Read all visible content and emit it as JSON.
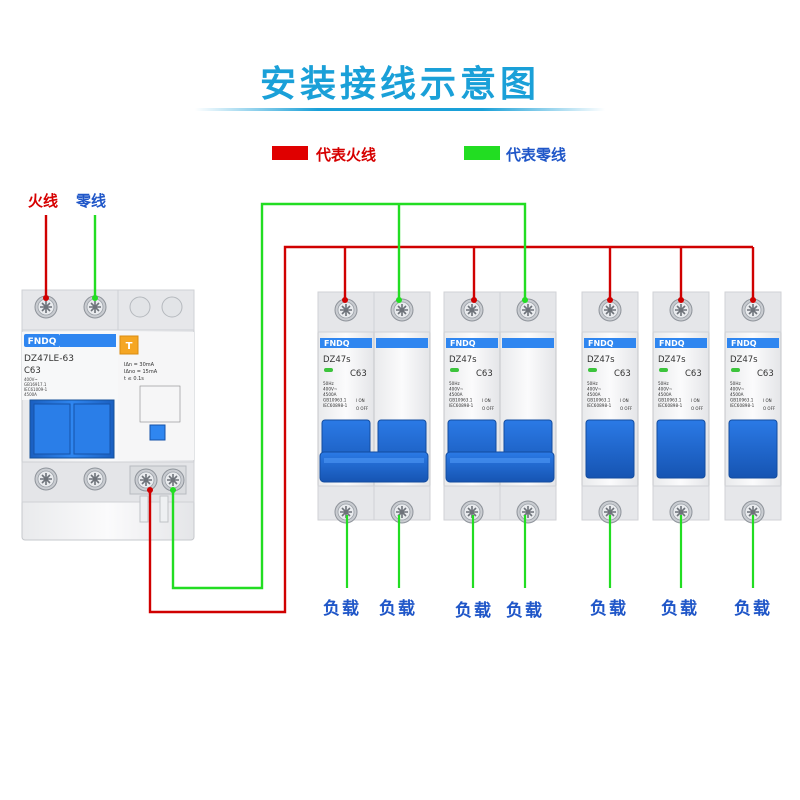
{
  "title": "安装接线示意图",
  "legend": {
    "live": {
      "label": "代表火线",
      "color": "#e00000"
    },
    "neutral": {
      "label": "代表零线",
      "color": "#22dd22"
    }
  },
  "input_labels": {
    "live": "火线",
    "neutral": "零线"
  },
  "colors": {
    "breaker_blue": "#1e6fd6",
    "title_blue": "#1aa0d8",
    "label_blue": "#1f56c8"
  },
  "rcbo": {
    "brand": "FNDQ",
    "model": "DZ47LE-63",
    "rating": "C63",
    "test_button": "T",
    "spec_lines": [
      "IΔn = 30mA",
      "IΔno = 15mA",
      "t ≤ 0.1s"
    ],
    "small_text": [
      "400V~",
      "GB16917.1",
      "IEC61009-1",
      "4500A"
    ]
  },
  "double_breakers": [
    {
      "brand": "FNDQ",
      "model": "DZ47s",
      "rating": "C63",
      "specs": [
        "50Hz",
        "400V~",
        "4500A",
        "GB10963.1",
        "IEC60898-1"
      ],
      "on": "I ON",
      "off": "O OFF"
    },
    {
      "brand": "FNDQ",
      "model": "DZ47s",
      "rating": "C63",
      "specs": [
        "50Hz",
        "400V~",
        "4500A",
        "GB10963.1",
        "IEC60898-1"
      ],
      "on": "I ON",
      "off": "O OFF"
    }
  ],
  "single_breakers": [
    {
      "brand": "FNDQ",
      "model": "DZ47s",
      "rating": "C63",
      "specs": [
        "50Hz",
        "400V~",
        "4500A",
        "GB10963.1",
        "IEC60898-1"
      ],
      "on": "I ON",
      "off": "O OFF"
    },
    {
      "brand": "FNDQ",
      "model": "DZ47s",
      "rating": "C63",
      "specs": [
        "50Hz",
        "400V~",
        "4500A",
        "GB10963.1",
        "IEC60898-1"
      ],
      "on": "I ON",
      "off": "O OFF"
    },
    {
      "brand": "FNDQ",
      "model": "DZ47s",
      "rating": "C63",
      "specs": [
        "50Hz",
        "400V~",
        "4500A",
        "GB10963.1",
        "IEC60898-1"
      ],
      "on": "I ON",
      "off": "O OFF"
    }
  ],
  "load_label": "负载"
}
